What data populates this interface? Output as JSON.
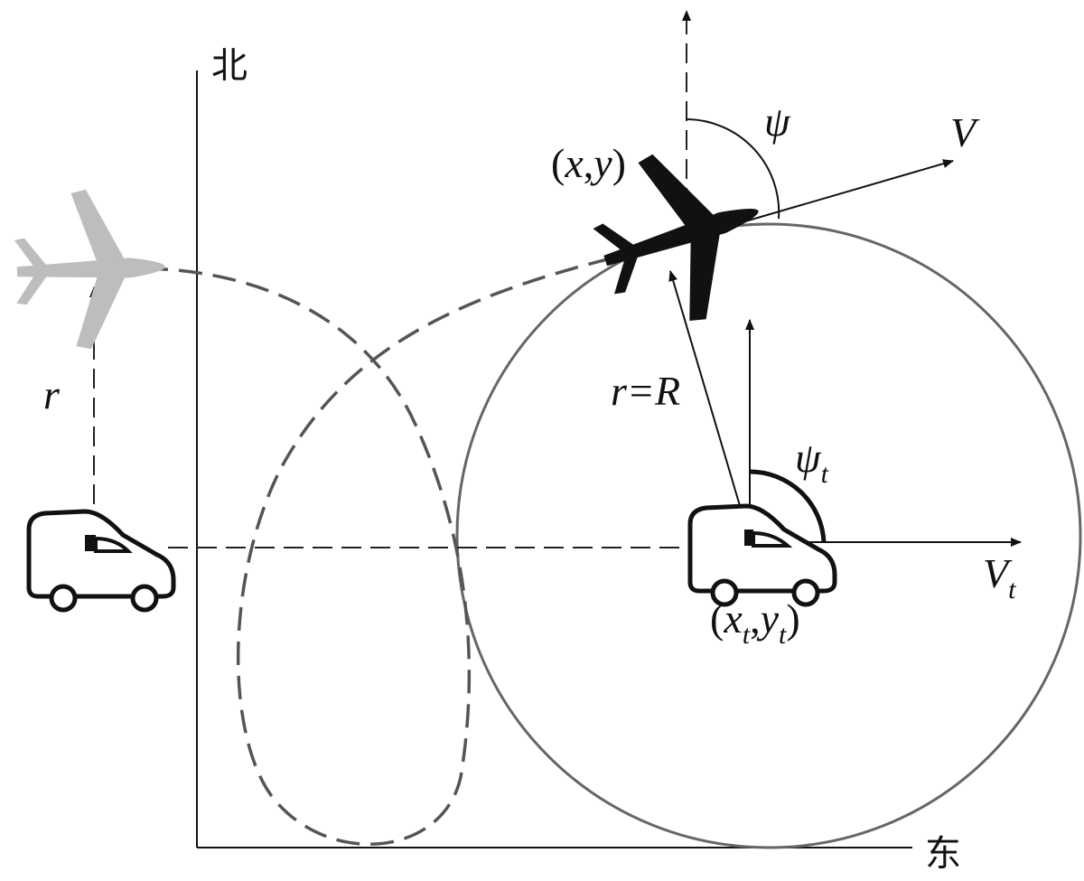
{
  "axes": {
    "north_label": "北",
    "east_label": "东"
  },
  "labels": {
    "heading_angle": "ψ",
    "velocity": "V",
    "uav_position_open": "(",
    "uav_position_x": "x",
    "uav_position_comma": ",",
    "uav_position_y": "y",
    "uav_position_close": ")",
    "distance_equal": "r=R",
    "distance": "r",
    "target_heading_angle": "ψ",
    "target_heading_sub": "t",
    "target_velocity": "V",
    "target_velocity_sub": "t",
    "target_position_x": "x",
    "target_position_x_sub": "t",
    "target_position_y": "y",
    "target_position_y_sub": "t"
  },
  "icons": {
    "uav_current": "airplane-icon",
    "uav_previous": "airplane-icon",
    "target_current": "car-icon",
    "target_previous": "car-icon"
  },
  "colors": {
    "ink": "#111111",
    "faded_plane": "#bdbdbd",
    "dashed_path": "#555555"
  }
}
